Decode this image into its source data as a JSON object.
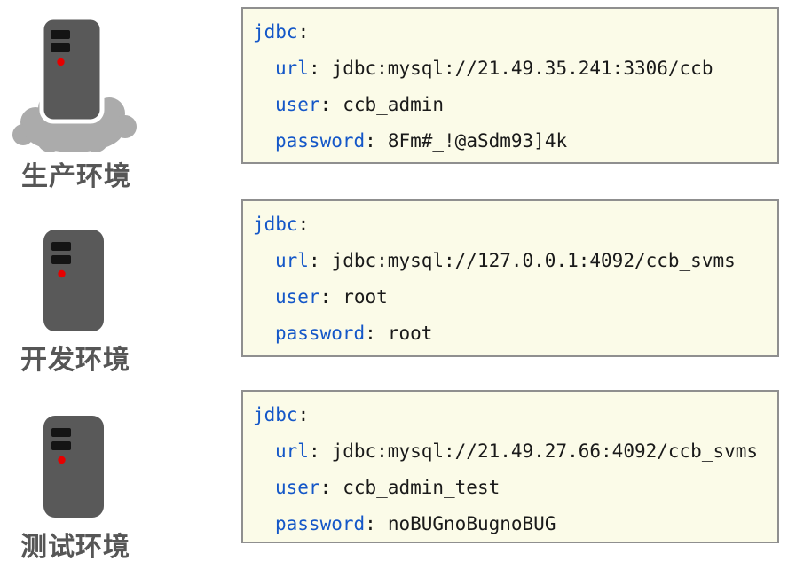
{
  "syntax": {
    "colon": ":"
  },
  "colors": {
    "key_blue": "#1457c8",
    "value_black": "#1a1a1a",
    "box_background": "#fbfbe8",
    "box_border": "#8f8f8f",
    "server_body_gray": "#595959",
    "server_slot_black": "#141414",
    "led_red": "#e60000",
    "cloud_gray": "#ababab",
    "label_gray": "#565656"
  },
  "environments": [
    {
      "label": "生产环境",
      "icon": "server-cloud-icon",
      "config": {
        "root_key": "jdbc",
        "entries": [
          {
            "key": "url",
            "value": "jdbc:mysql://21.49.35.241:3306/ccb"
          },
          {
            "key": "user",
            "value": "ccb_admin"
          },
          {
            "key": "password",
            "value": "8Fm#_!@aSdm93]4k"
          }
        ]
      }
    },
    {
      "label": "开发环境",
      "icon": "server-icon",
      "config": {
        "root_key": "jdbc",
        "entries": [
          {
            "key": "url",
            "value": "jdbc:mysql://127.0.0.1:4092/ccb_svms"
          },
          {
            "key": "user",
            "value": "root"
          },
          {
            "key": "password",
            "value": "root"
          }
        ]
      }
    },
    {
      "label": "测试环境",
      "icon": "server-icon",
      "config": {
        "root_key": "jdbc",
        "entries": [
          {
            "key": "url",
            "value": "jdbc:mysql://21.49.27.66:4092/ccb_svms"
          },
          {
            "key": "user",
            "value": "ccb_admin_test"
          },
          {
            "key": "password",
            "value": "noBUGnoBugnoBUG"
          }
        ]
      }
    }
  ]
}
